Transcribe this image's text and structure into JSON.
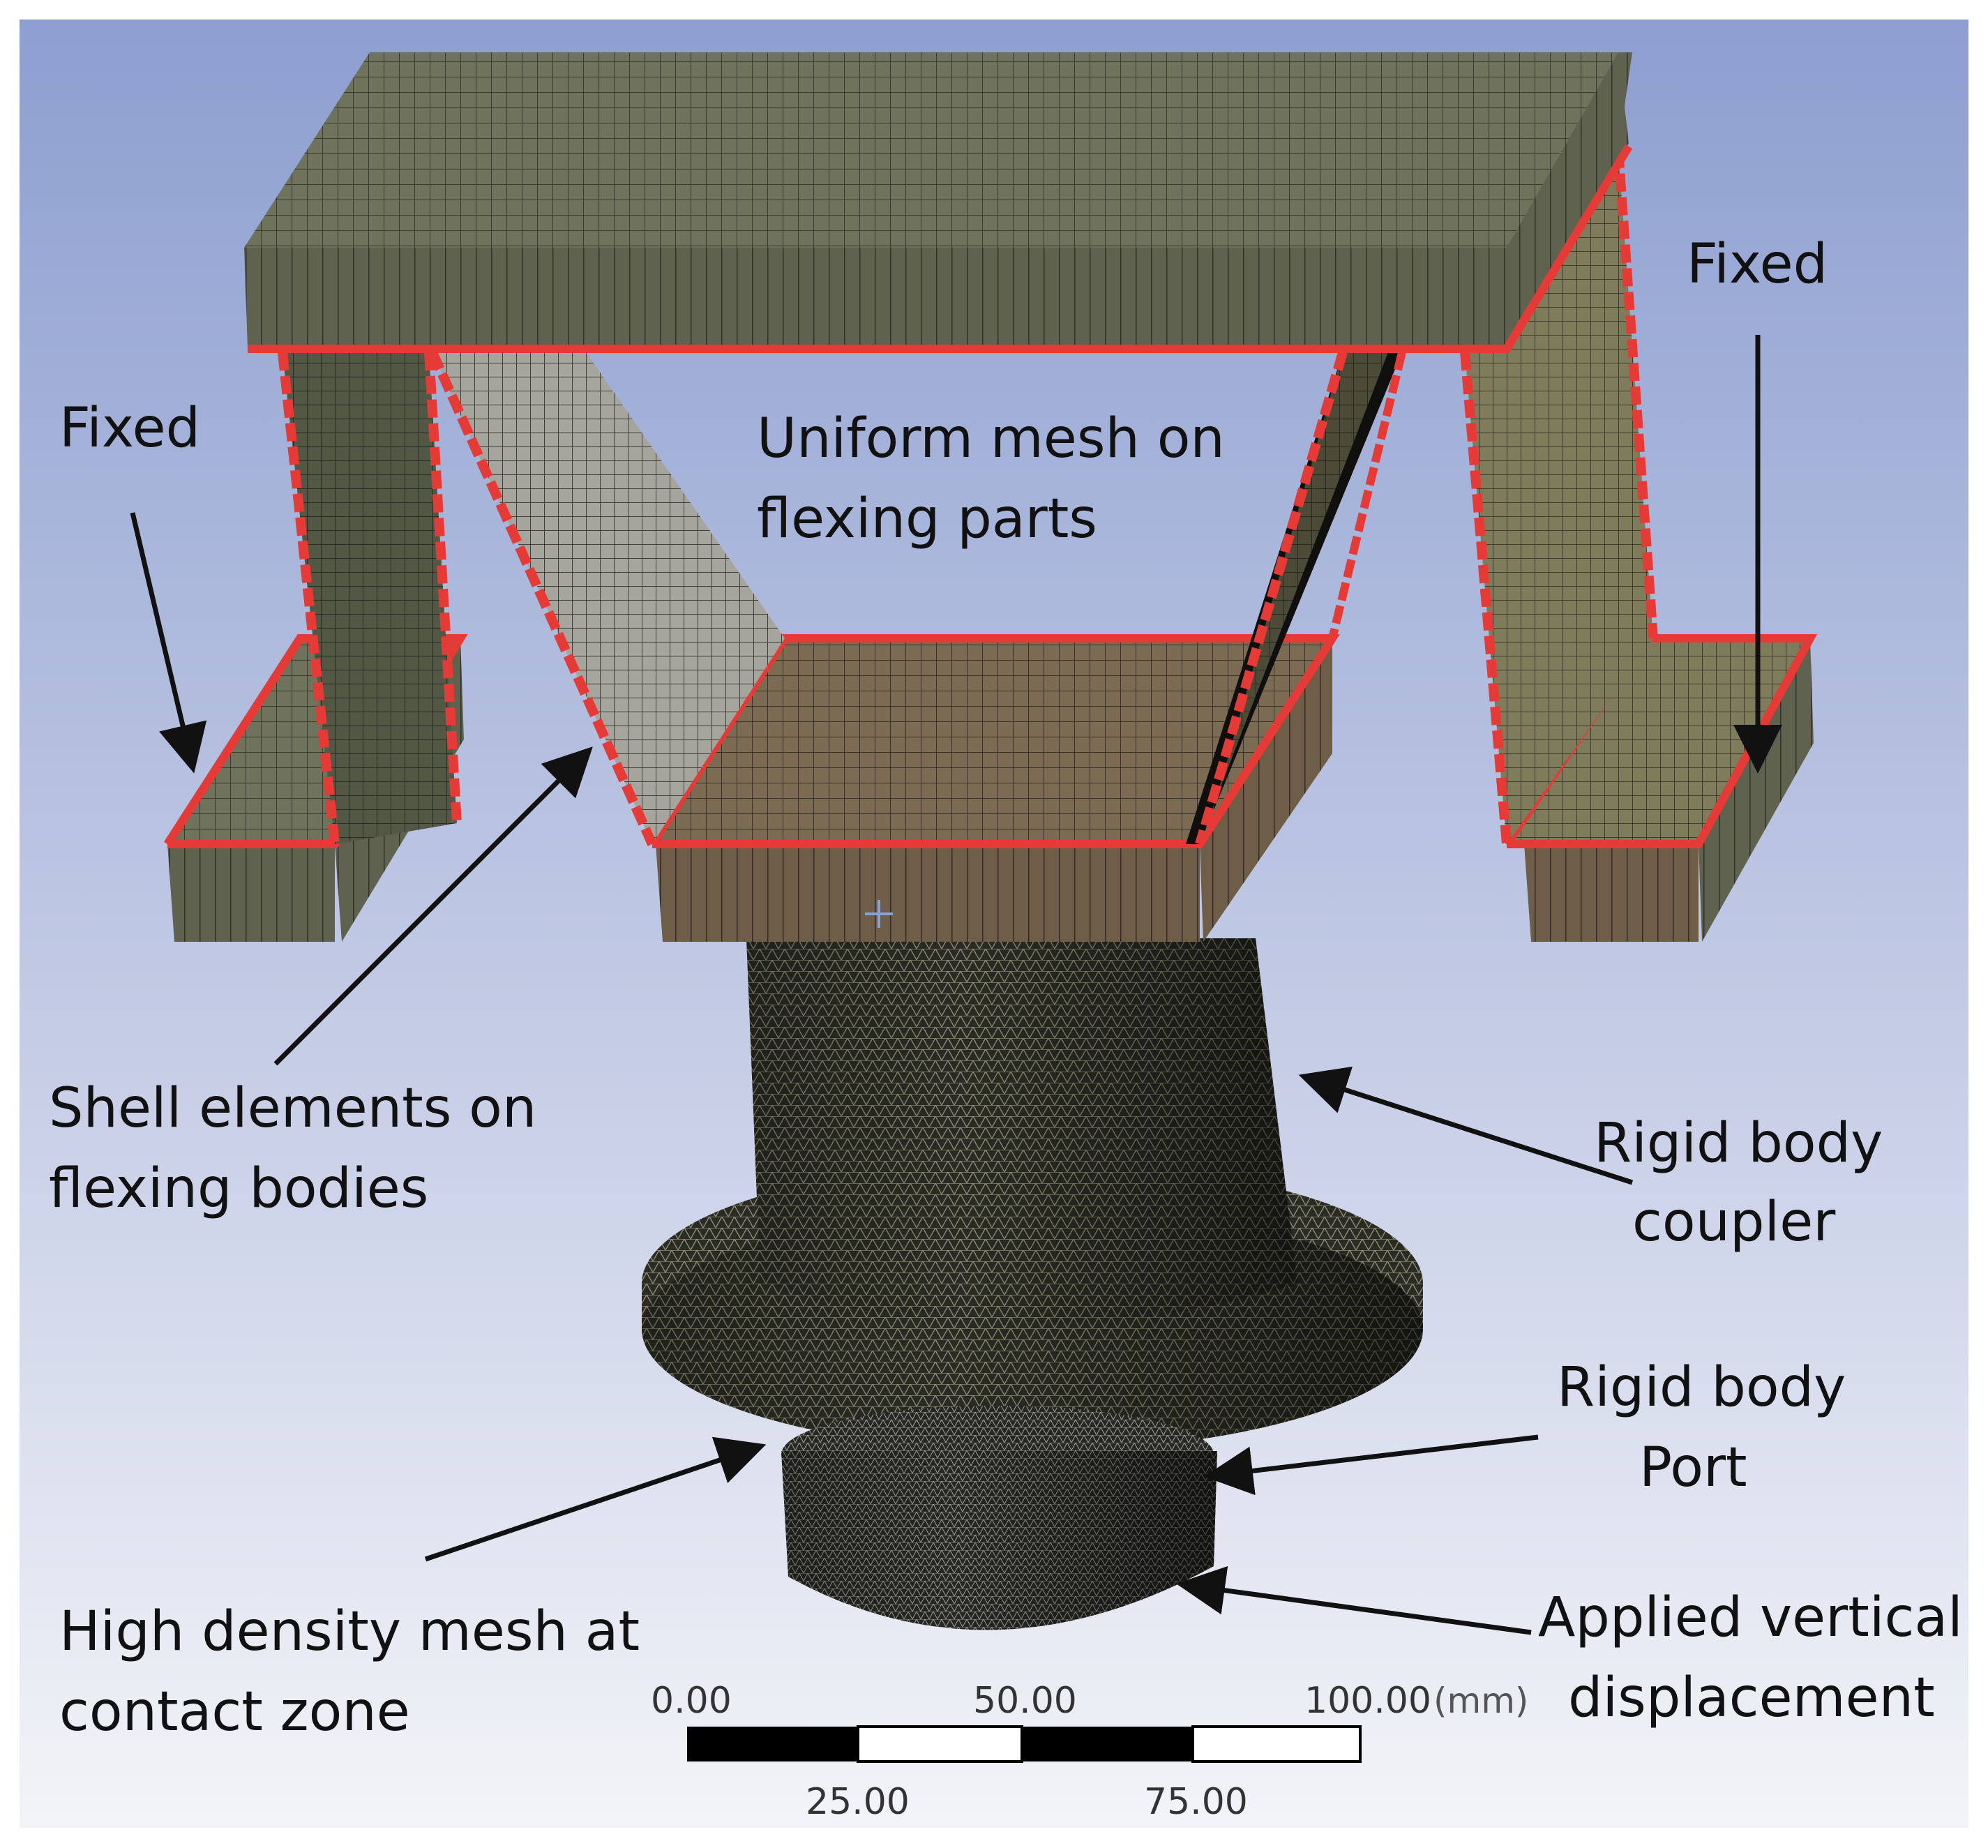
{
  "labels": {
    "fixed_left": "Fixed",
    "fixed_right": "Fixed",
    "uniform_mesh_line1": "Uniform mesh on",
    "uniform_mesh_line2": "flexing parts",
    "shell_line1": "Shell elements on",
    "shell_line2": "flexing bodies",
    "coupler_line1": "Rigid body",
    "coupler_line2": "coupler",
    "port_line1": "Rigid body",
    "port_line2": "Port",
    "contact_line1": "High density mesh at",
    "contact_line2": "contact zone",
    "displacement_line1": "Applied vertical",
    "displacement_line2": "displacement"
  },
  "scale_bar": {
    "top_ticks": [
      "0.00",
      "50.00",
      "100.00"
    ],
    "bottom_ticks": [
      "25.00",
      "75.00"
    ],
    "unit": "(mm)"
  },
  "colors": {
    "background_top": "#8d9fd0",
    "background_bottom": "#f3f4f8",
    "body_olive": "#6d715a",
    "body_dark": "#4f5344",
    "flex_light": "#9a9a92",
    "platform_tan": "#7d6a52",
    "mesh_dark": "#2b2b25",
    "edge_red": "#e63a36"
  }
}
